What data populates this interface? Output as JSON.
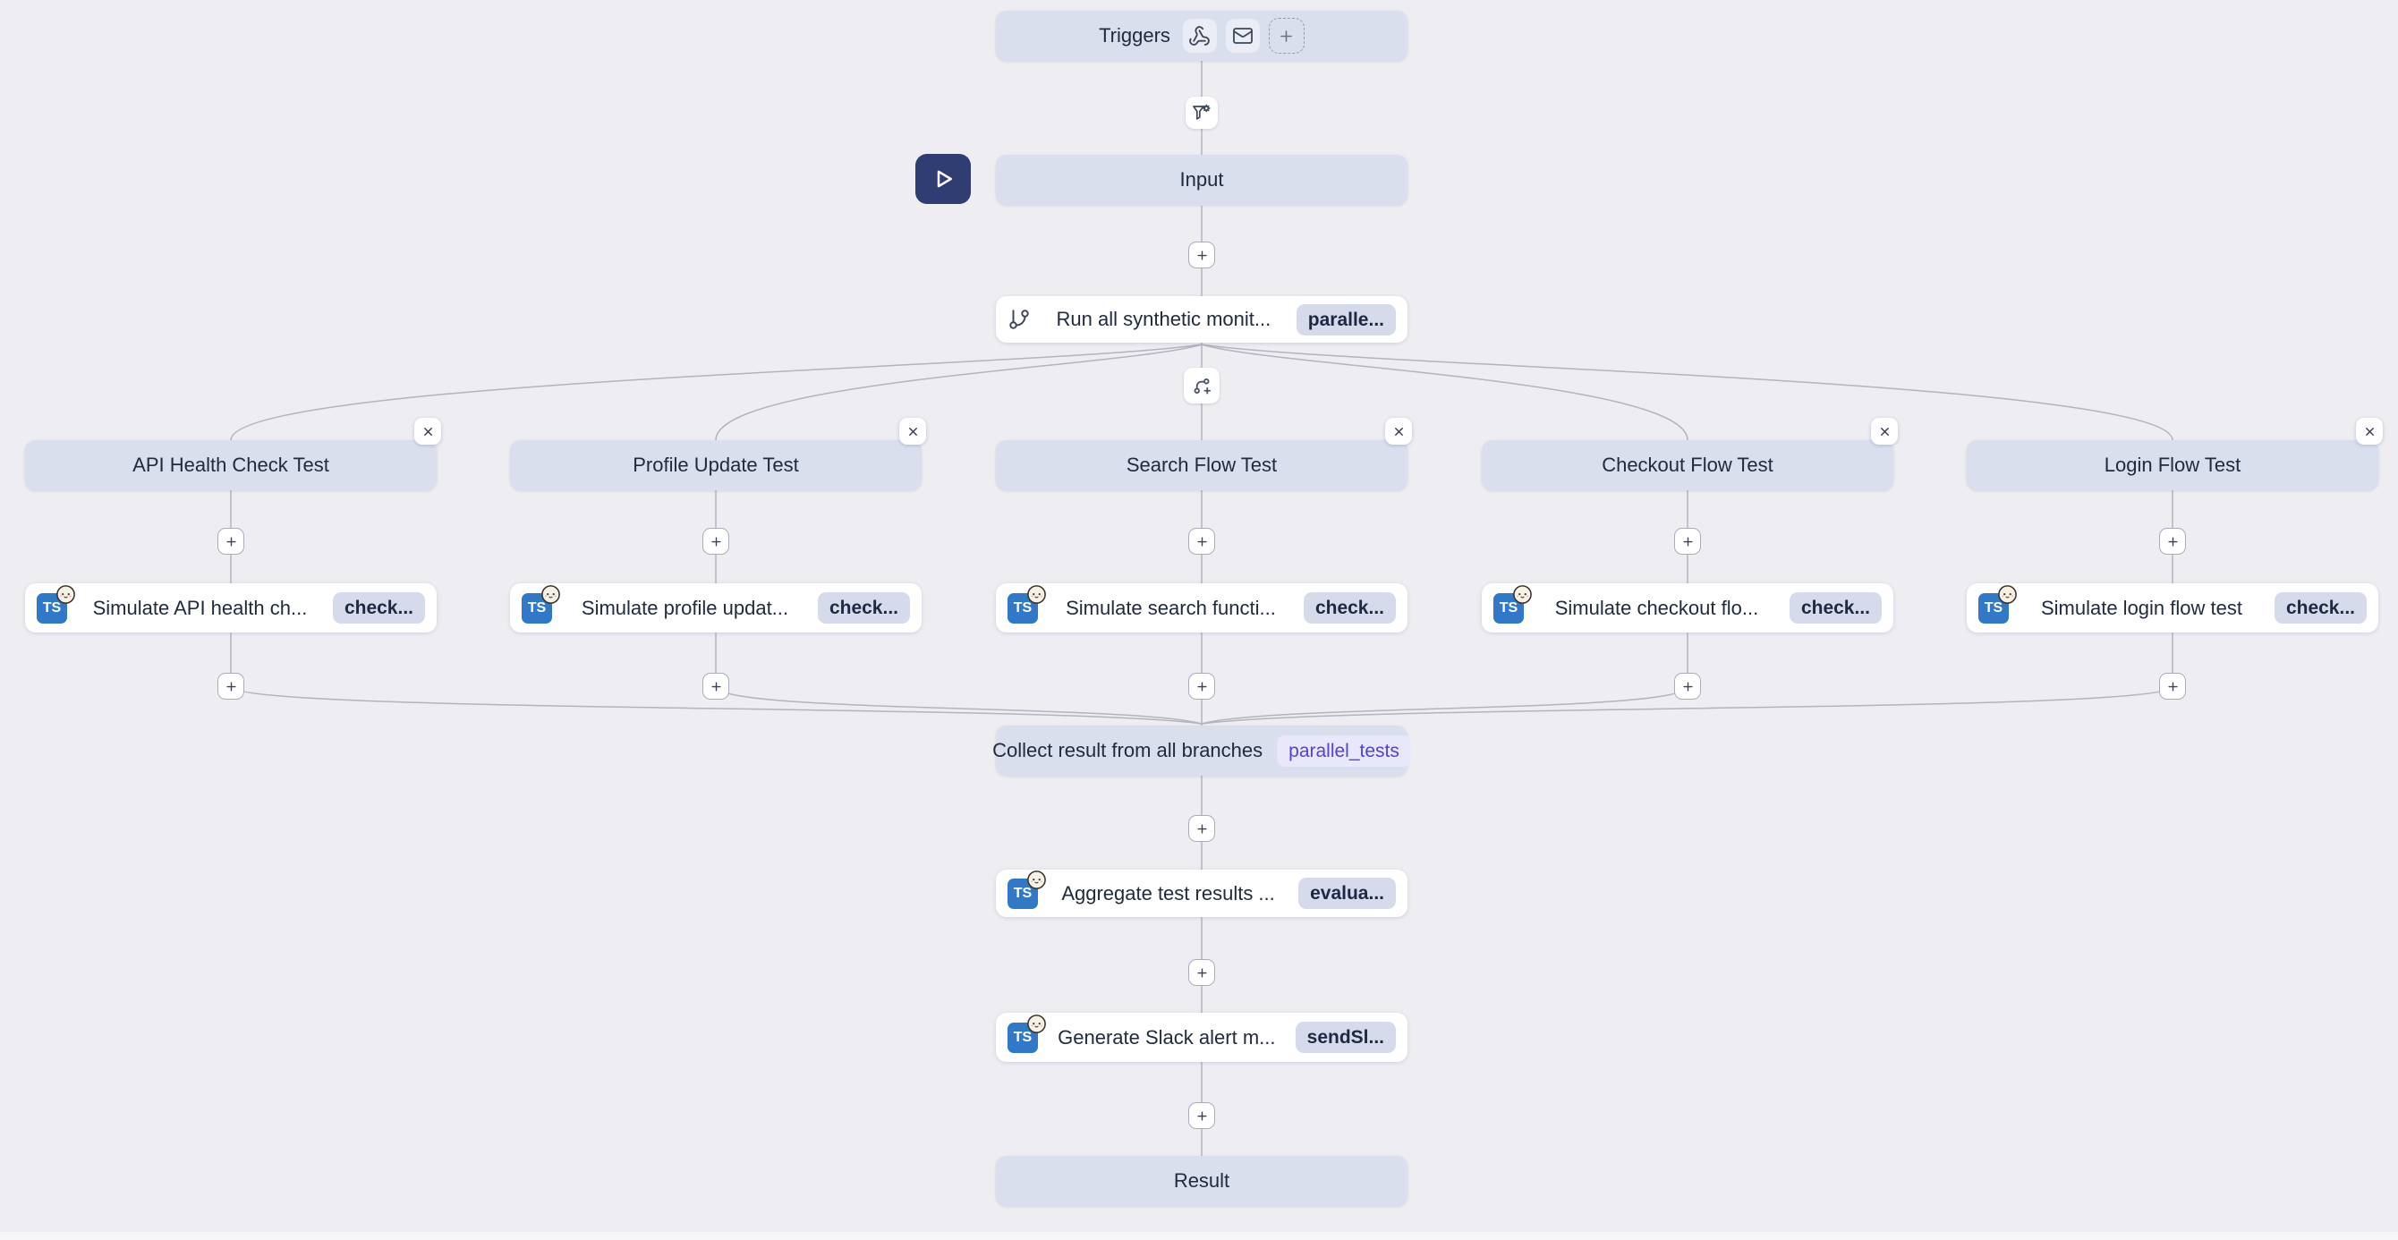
{
  "colors": {
    "canvas": "#ededf2",
    "node_blue": "#dadfee",
    "badge_gray_bg": "#d6dbec",
    "badge_gray_text": "#1d2842",
    "badge_indigo_bg": "#e8e8fa",
    "badge_indigo_text": "#4d43dd",
    "play_button_navy": "#303d73",
    "typescript_blue": "#3178c6",
    "edge_gray": "#b2b4be"
  },
  "triggers": {
    "label": "Triggers"
  },
  "input": {
    "label": "Input"
  },
  "run_step": {
    "title": "Run all synthetic monit...",
    "badge": "paralle..."
  },
  "branches": [
    {
      "title": "API Health Check Test",
      "step_title": "Simulate API health ch...",
      "step_badge": "check..."
    },
    {
      "title": "Profile Update Test",
      "step_title": "Simulate profile updat...",
      "step_badge": "check..."
    },
    {
      "title": "Search Flow Test",
      "step_title": "Simulate search functi...",
      "step_badge": "check..."
    },
    {
      "title": "Checkout Flow Test",
      "step_title": "Simulate checkout flo...",
      "step_badge": "check..."
    },
    {
      "title": "Login Flow Test",
      "step_title": "Simulate login flow test",
      "step_badge": "check..."
    }
  ],
  "collect": {
    "title": "Collect result from all branches",
    "badge": "parallel_tests"
  },
  "aggregate": {
    "title": "Aggregate test results ...",
    "badge": "evalua..."
  },
  "slack": {
    "title": "Generate Slack alert m...",
    "badge": "sendSl..."
  },
  "result": {
    "label": "Result"
  },
  "icons": {
    "ts": "TS"
  }
}
